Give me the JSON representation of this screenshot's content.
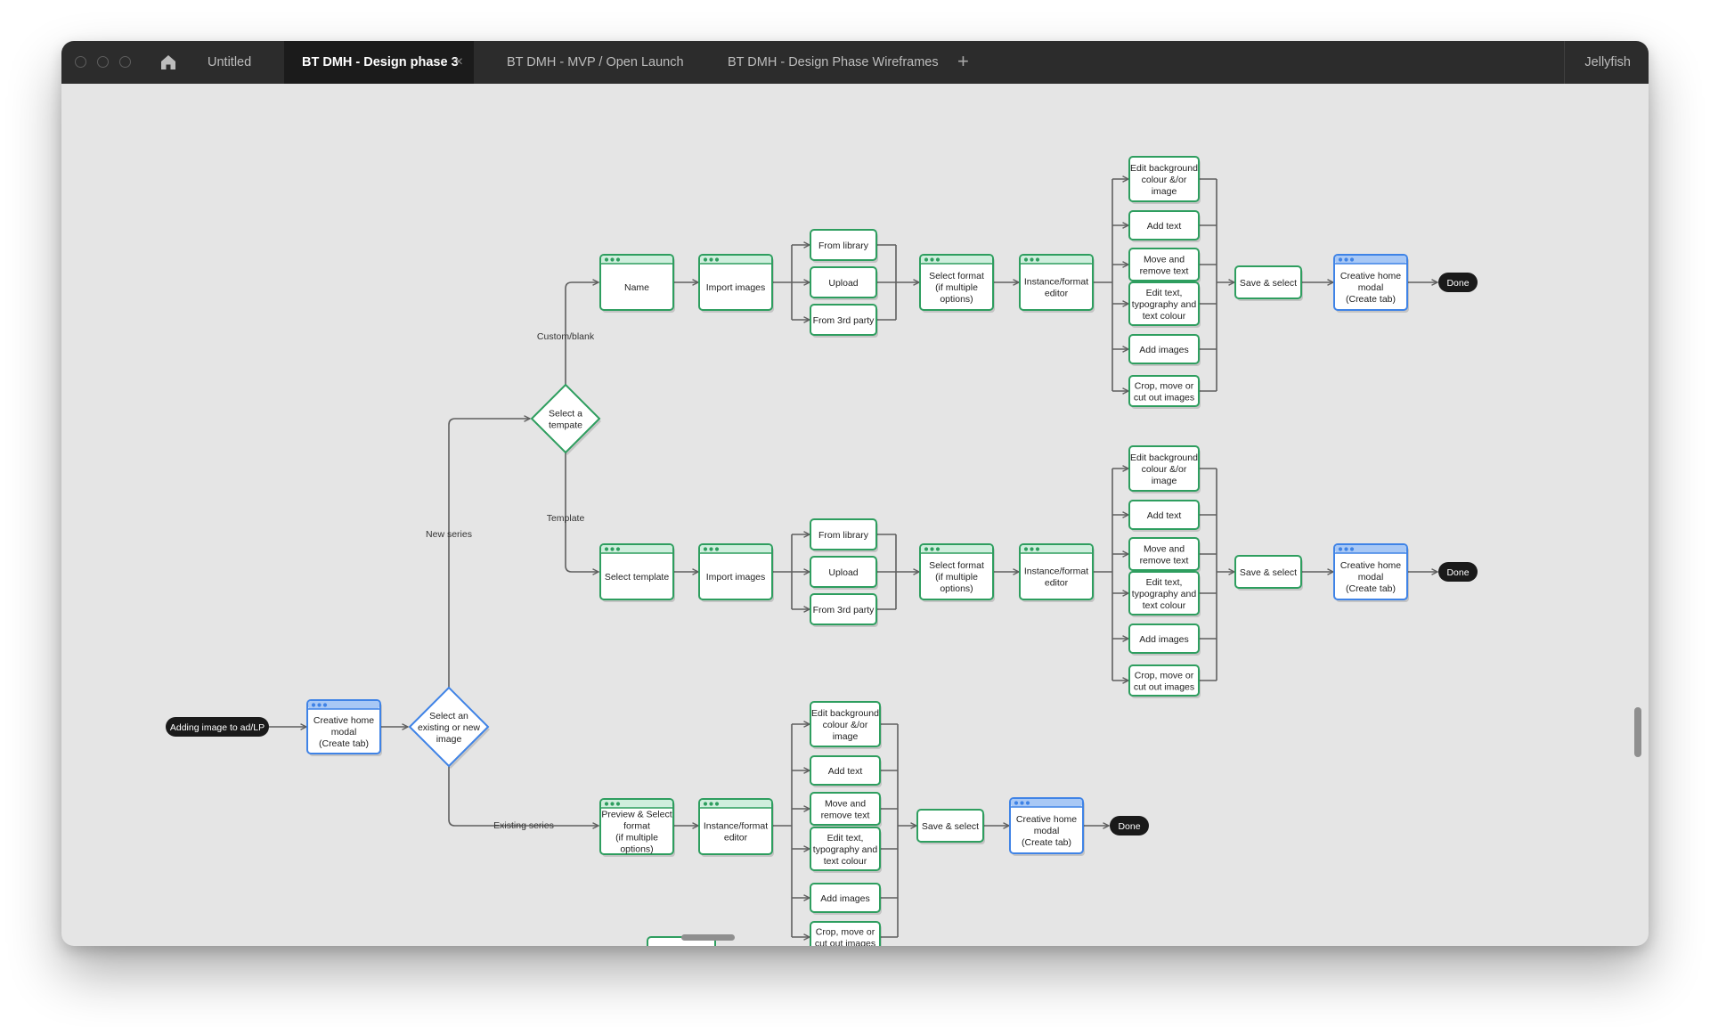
{
  "tabs": [
    {
      "label": "Untitled",
      "active": false
    },
    {
      "label": "BT DMH - Design phase 3",
      "active": true
    },
    {
      "label": "BT DMH - MVP / Open Launch",
      "active": false
    },
    {
      "label": "BT DMH - Design Phase Wireframes",
      "active": false
    }
  ],
  "new_tab_symbol": "+",
  "close_symbol": "×",
  "user_name": "Jellyfish",
  "colors": {
    "titlebar": "#2c2c2c",
    "canvas": "#e5e5e5",
    "screen_green": "#2e9e5f",
    "screen_blue": "#3f83e6",
    "pill": "#1a1a1a",
    "connector": "#5f5f5f"
  },
  "flow": {
    "start": "Adding image to ad/LP",
    "entry_screen": [
      "Creative home",
      "modal",
      "(Create tab)"
    ],
    "decision_main": [
      "Select an",
      "existing or new",
      "image"
    ],
    "decision_template": [
      "Select a",
      "tempate"
    ],
    "labels": {
      "new_series": "New series",
      "existing_series": "Existing series",
      "custom_blank": "Custom/blank",
      "template": "Template"
    },
    "name_screen": [
      "Name"
    ],
    "select_template_screen": [
      "Select template"
    ],
    "import_screen": [
      "Import images"
    ],
    "preview_screen": [
      "Preview & Select",
      "format",
      "(if multiple",
      "options)"
    ],
    "sources": [
      [
        "From library"
      ],
      [
        "Upload"
      ],
      [
        "From 3rd party"
      ]
    ],
    "select_format": [
      "Select format",
      "(if multiple",
      "options)"
    ],
    "editor": [
      "Instance/format",
      "editor"
    ],
    "edits": [
      [
        "Edit background",
        "colour &/or",
        "image"
      ],
      [
        "Add text"
      ],
      [
        "Move and",
        "remove text"
      ],
      [
        "Edit text,",
        "typography and",
        "text colour"
      ],
      [
        "Add images"
      ],
      [
        "Crop, move or",
        "cut out images"
      ]
    ],
    "save_select": [
      "Save & select"
    ],
    "creative_modal": [
      "Creative home",
      "modal",
      "(Create tab)"
    ],
    "done": "Done"
  }
}
